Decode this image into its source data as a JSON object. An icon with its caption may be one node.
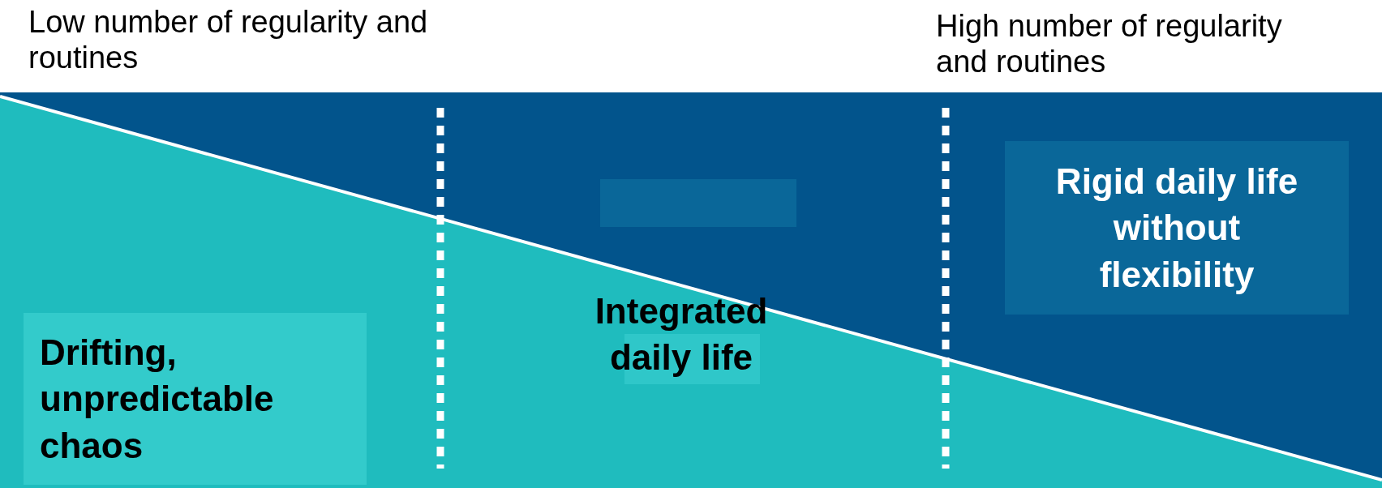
{
  "diagram": {
    "nodes": [
      {
        "text": [
          "Drifting, unpredictable chaos"
        ]
      },
      {
        "text": [],
        "shape": "box"
      },
      {
        "text": [
          "Rigid daily life without flexibility"
        ]
      }
    ],
    "labels": [
      "Low number of regularity and routines",
      "High number of regularity and routines",
      "Integrated daily life"
    ]
  }
}
